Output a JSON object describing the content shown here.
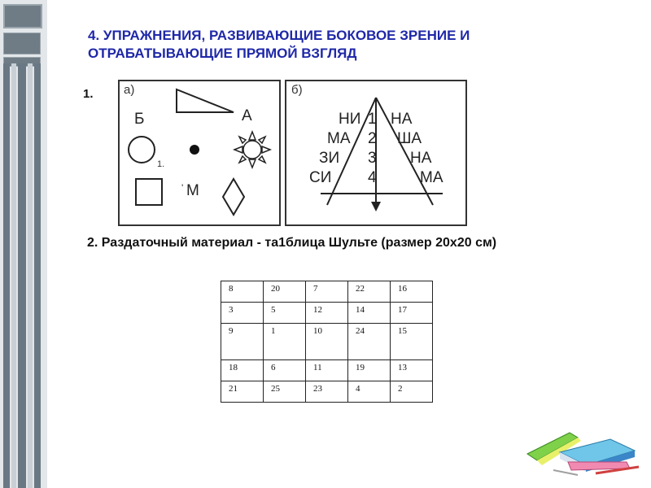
{
  "title": {
    "line1": "4. УПРАЖНЕНИЯ, РАЗВИВАЮЩИЕ БОКОВОЕ ЗРЕНИЕ И",
    "line2": "ОТРАБАТЫВАЮЩИЕ ПРЯМОЙ ВЗГЛЯД"
  },
  "exercise1": {
    "number": "1.",
    "panel_a": {
      "label": "а)",
      "letter_b": "Б",
      "letter_a": "А",
      "letter_m": "М",
      "small_note": "1.",
      "tick": "'"
    },
    "panel_b": {
      "label": "б)",
      "left_syllables": [
        "НИ",
        "МА",
        "ЗИ",
        "СИ"
      ],
      "numbers": [
        "1",
        "2",
        "3",
        "4"
      ],
      "right_syllables": [
        "НА",
        "ША",
        "НА",
        "МА"
      ]
    }
  },
  "exercise2": {
    "text": "2. Раздаточный материал - та1блица Шульте (размер 20х20 см)"
  },
  "schulte_table": [
    [
      "8",
      "20",
      "7",
      "22",
      "16"
    ],
    [
      "3",
      "5",
      "12",
      "14",
      "17"
    ],
    [
      "9",
      "1",
      "10",
      "24",
      "15"
    ],
    [
      "18",
      "6",
      "11",
      "19",
      "13"
    ],
    [
      "21",
      "25",
      "23",
      "4",
      "2"
    ]
  ],
  "colors": {
    "title": "#1f28a8",
    "side_strip": "#6a7883"
  },
  "icons": {
    "decoration": "books-pencil-icon"
  }
}
